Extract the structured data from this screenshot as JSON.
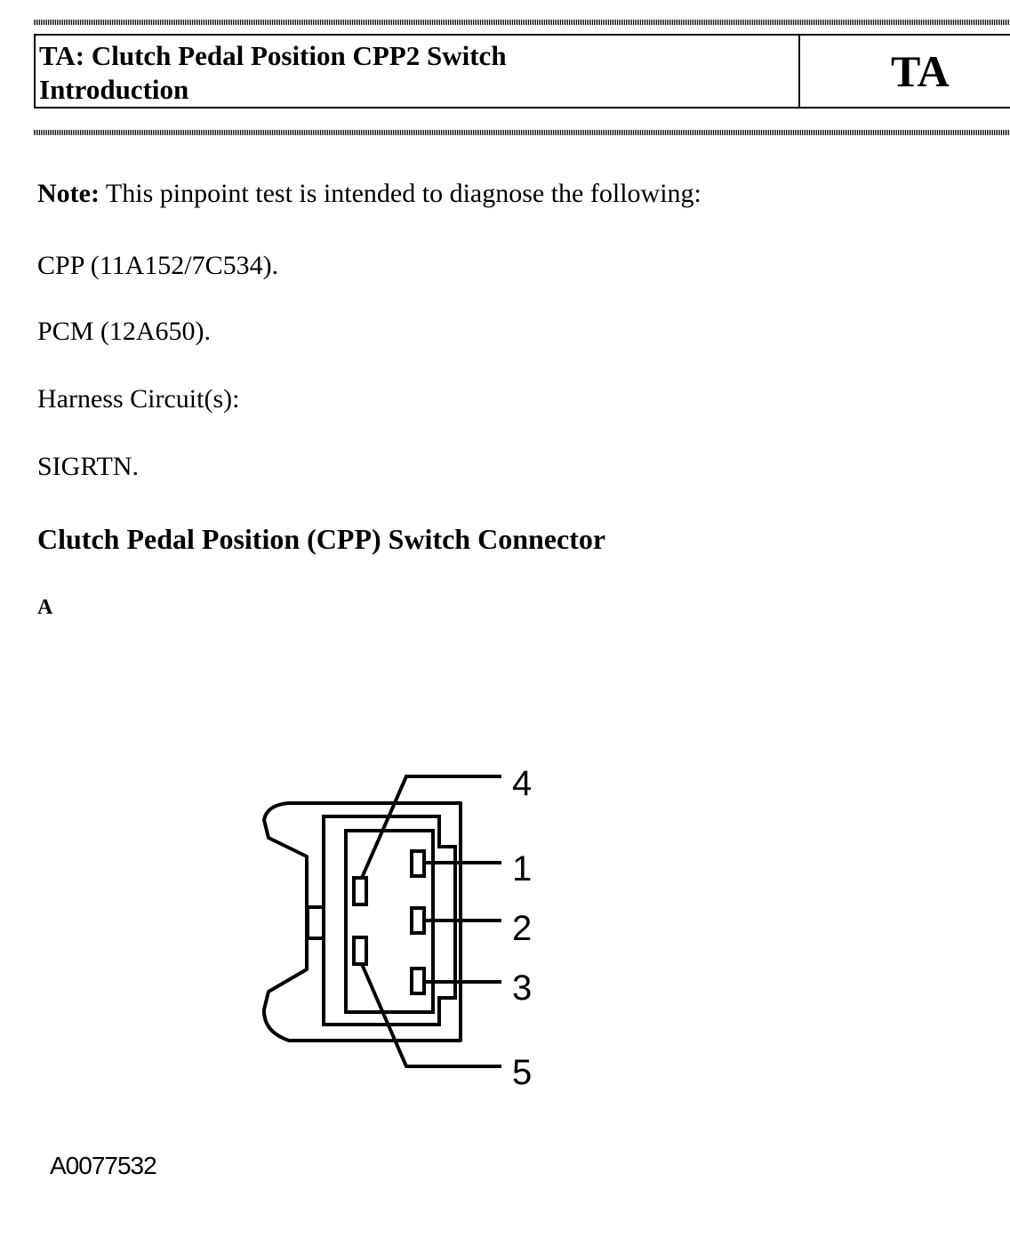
{
  "header": {
    "title_line1": "TA: Clutch Pedal Position CPP2 Switch",
    "title_line2": "Introduction",
    "code": "TA"
  },
  "note": {
    "label": "Note:",
    "text": " This pinpoint test is intended to diagnose the following:"
  },
  "components": [
    "CPP (11A152/7C534).",
    "PCM (12A650)."
  ],
  "harness": {
    "label": "Harness Circuit(s):",
    "circuit": "SIGRTN."
  },
  "section": {
    "heading": "Clutch Pedal Position (CPP) Switch Connector",
    "view_label": "A"
  },
  "diagram": {
    "pins": [
      "1",
      "2",
      "3",
      "4",
      "5"
    ],
    "figure_id": "A0077532"
  }
}
